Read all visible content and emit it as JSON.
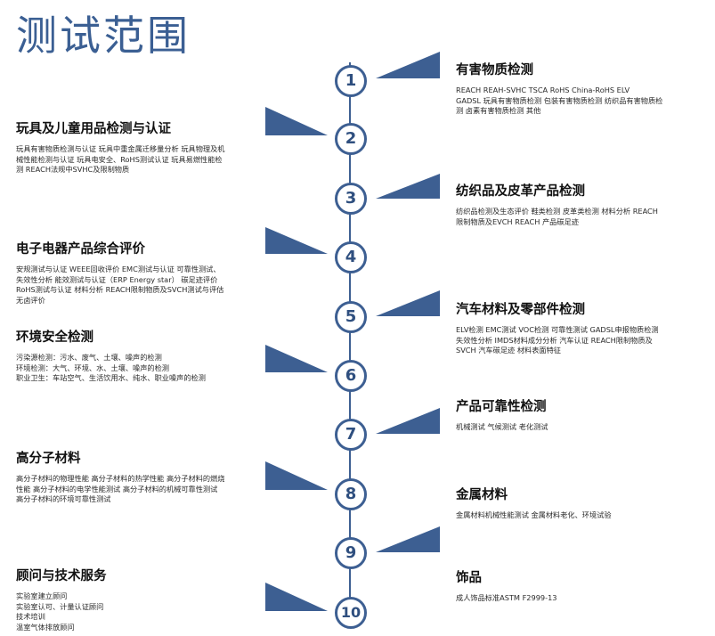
{
  "page_title": "测试范围",
  "accent_color": "#3d5f92",
  "items": [
    {
      "number": "1",
      "title": "有害物质检测",
      "body": "REACH  REAH-SVHC   TSCA  RoHS  China-RoHS  ELV\nGADSL  玩具有害物质检测   包装有害物质检测   纺织品有害物质检\n测   卤素有害物质检测   其他"
    },
    {
      "number": "2",
      "title": "玩具及儿童用品检测与认证",
      "body": "玩具有害物质检测与认证    玩具中重金属迁移量分析    玩具物理及机\n械性能检测与认证    玩具电安全、RoHS测试认证    玩具易燃性能检\n测    REACH法规中SVHC及限制物质"
    },
    {
      "number": "3",
      "title": "纺织品及皮革产品检测",
      "body": "纺织品检测及生态评价    鞋类检测    皮革类检测    材料分析    REACH\n限制物质及EVCH  REACH    产品碳足迹"
    },
    {
      "number": "4",
      "title": "电子电器产品综合评价",
      "body": "安规测试与认证    WEEE回收评价    EMC测试与认证    可靠性测试、\n失效性分析    能效测试与认证（ERP  Energy star）   碳足迹评价\nRoHS测试与认证    材料分析    REACH限制物质及SVCH测试与评估\n无卤评价"
    },
    {
      "number": "5",
      "title": "汽车材料及零部件检测",
      "body": "ELV检测   EMC测试    VOC检测    可靠性测试    GADSL申报物质检测\n失效性分析    IMDS材料成分分析    汽车认证    REACH限制物质及\nSVCH    汽车碳足迹    材料表面特征"
    },
    {
      "number": "6",
      "title": "环境安全检测",
      "body": "污染源检测：污水、废气、土壤、噪声的检测\n环境检测：大气、环境、水、土壤、噪声的检测\n职业卫生：车站空气、生活饮用水、纯水、职业噪声的检测"
    },
    {
      "number": "7",
      "title": "产品可靠性检测",
      "body": "机械测试    气候测试    老化测试"
    },
    {
      "number": "8",
      "title": "高分子材料",
      "body": "高分子材料的物理性能    高分子材料的热学性能    高分子材料的燃烧\n性能    高分子材料的电学性能测试    高分子材料的机械可靠性测试\n高分子材料的环境可靠性测试"
    },
    {
      "number": "9",
      "title": "金属材料",
      "body": "金属材料机械性能测试    金属材料老化、环境试验"
    },
    {
      "number": "10",
      "title": "顾问与技术服务",
      "body": "实验室建立顾问\n实验室认可、计量认证顾问\n技术培训\n温室气体排放顾问"
    },
    {
      "number": "",
      "title": "饰品",
      "body": "成人饰品标准ASTM  F2999-13"
    }
  ]
}
